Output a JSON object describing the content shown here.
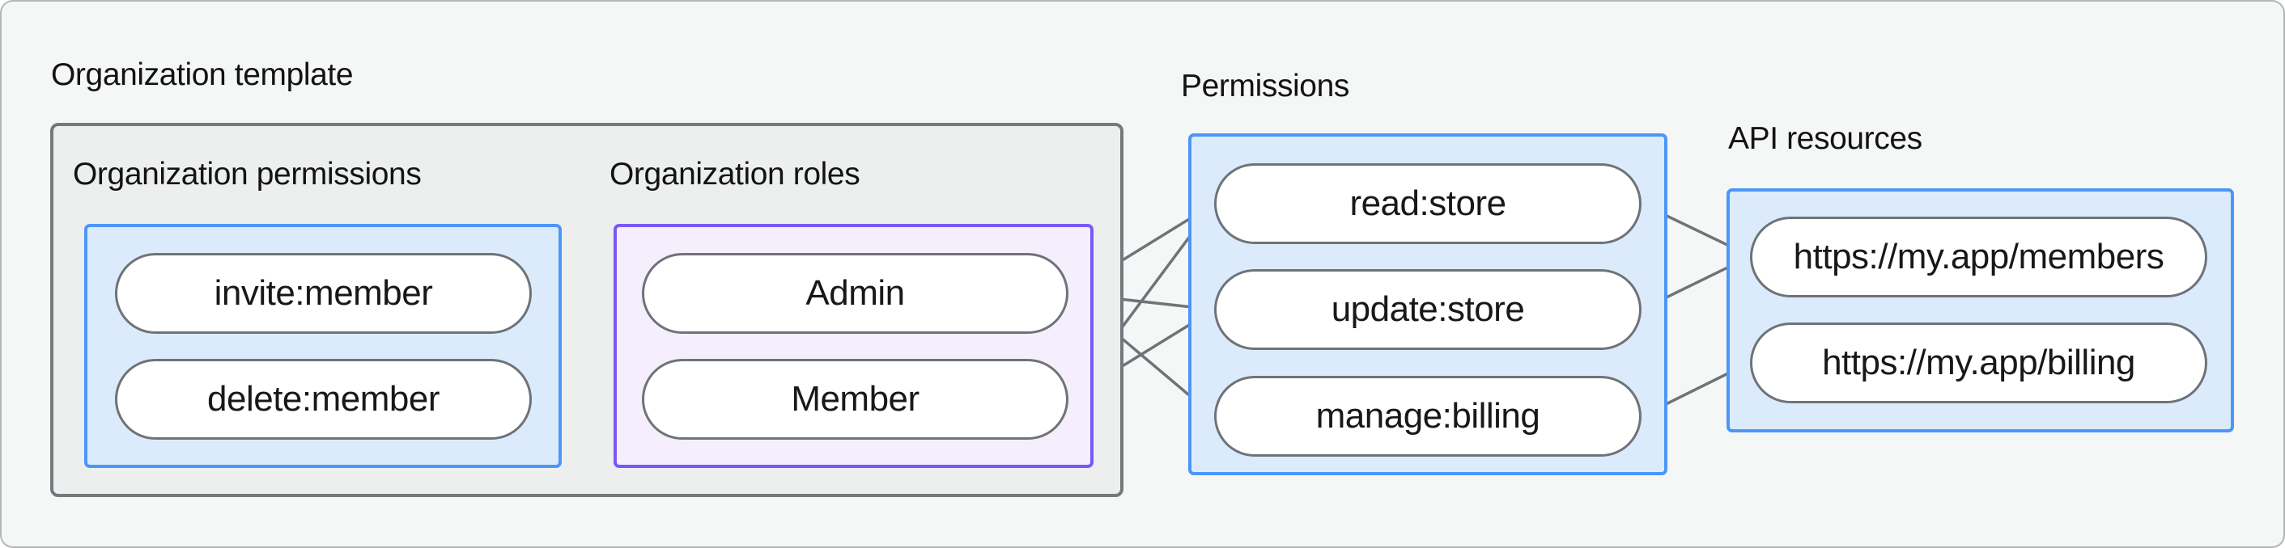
{
  "sections": {
    "template": {
      "label": "Organization template"
    },
    "org_permissions": {
      "label": "Organization permissions",
      "pills": [
        "invite:member",
        "delete:member"
      ]
    },
    "org_roles": {
      "label": "Organization roles",
      "pills": [
        "Admin",
        "Member"
      ]
    },
    "permissions": {
      "label": "Permissions",
      "pills": [
        "read:store",
        "update:store",
        "manage:billing"
      ]
    },
    "api_resources": {
      "label": "API resources",
      "pills": [
        "https://my.app/members",
        "https://my.app/billing"
      ]
    }
  },
  "colors": {
    "page_background": "#f5f7f6",
    "gray_group_fill": "#edefee",
    "gray_group_border": "#75797d",
    "blue_group_fill": "#dcebfc",
    "blue_group_border": "#4c96f8",
    "purple_group_fill": "#f4eefd",
    "purple_group_border": "#7a58f6",
    "pill_fill": "#ffffff",
    "pill_border": "#6e7378",
    "wire": "#6e7378",
    "text": "#131316"
  },
  "diagram": {
    "edges": [
      {
        "from": "invite:member",
        "to": "Admin"
      },
      {
        "from": "invite:member",
        "to": "Member"
      },
      {
        "from": "delete:member",
        "to": "Member"
      },
      {
        "from": "Admin",
        "to": "read:store"
      },
      {
        "from": "Admin",
        "to": "update:store"
      },
      {
        "from": "Admin",
        "to": "manage:billing"
      },
      {
        "from": "Member",
        "to": "read:store"
      },
      {
        "from": "Member",
        "to": "update:store"
      },
      {
        "from": "read:store",
        "to": "https://my.app/members"
      },
      {
        "from": "update:store",
        "to": "https://my.app/members"
      },
      {
        "from": "manage:billing",
        "to": "https://my.app/billing"
      }
    ],
    "anchors": {
      "invite:member": {
        "out": [
          659,
          363
        ],
        "dot": "out"
      },
      "delete:member": {
        "out": [
          659,
          494
        ],
        "dot": "out"
      },
      "Admin": {
        "in": [
          793,
          363
        ],
        "out": [
          1320,
          363
        ]
      },
      "Member": {
        "in": [
          793,
          494
        ],
        "out": [
          1320,
          494
        ]
      },
      "read:store": {
        "in": [
          1500,
          252
        ],
        "out": [
          2028,
          252
        ],
        "dot": "in"
      },
      "update:store": {
        "in": [
          1500,
          383
        ],
        "out": [
          2028,
          383
        ],
        "dot": "in"
      },
      "manage:billing": {
        "in": [
          1500,
          515
        ],
        "out": [
          2028,
          515
        ],
        "dot": "in"
      },
      "https://my.app/members": {
        "in": [
          2163,
          317
        ],
        "dot": "in"
      },
      "https://my.app/billing": {
        "in": [
          2163,
          448
        ],
        "dot": "in"
      }
    },
    "line_width": 3.5,
    "dot_radius": 9
  }
}
